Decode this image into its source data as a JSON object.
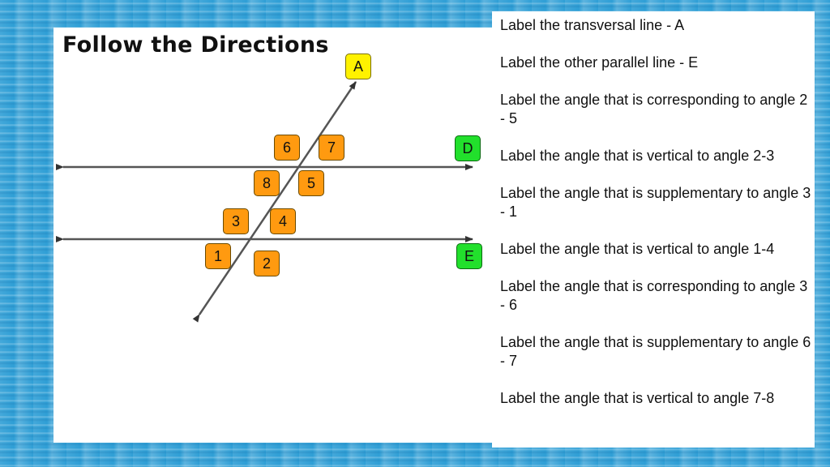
{
  "title": "Follow the Directions",
  "line_labels": {
    "transversal": "A",
    "upper_parallel": "D",
    "lower_parallel": "E"
  },
  "angle_labels": [
    "1",
    "2",
    "3",
    "4",
    "5",
    "6",
    "7",
    "8"
  ],
  "directions": [
    "Label the transversal line - A",
    "Label the other parallel line - E",
    "Label the angle that is corresponding to angle 2 - 5",
    "Label the angle that is vertical to angle 2-3",
    "Label the angle that is supplementary to angle 3 - 1",
    "Label the angle that is vertical to angle 1-4",
    "Label the angle that is corresponding to angle 3 - 6",
    "Label the angle that is supplementary to angle 6 - 7",
    "Label the angle that is vertical to angle 7-8"
  ],
  "colors": {
    "angle_box": "#ff9a10",
    "transversal_box": "#fff200",
    "parallel_box": "#22e02c",
    "background": "#2f9fd6"
  }
}
